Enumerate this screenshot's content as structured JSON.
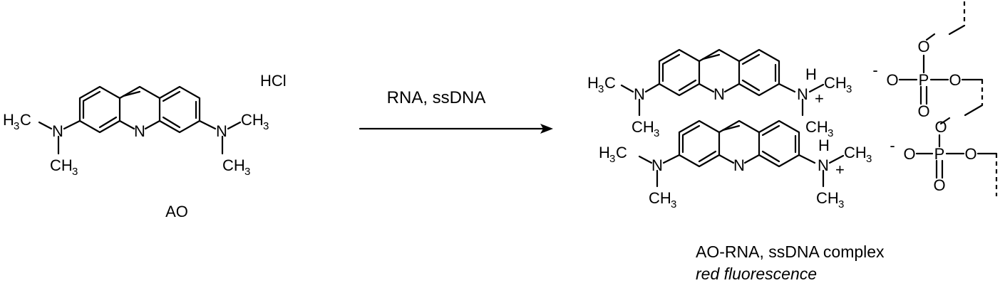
{
  "reactant": {
    "salt": "HCl",
    "name": "AO",
    "left_methyl": "H3C",
    "right_methyl": "CH3",
    "amine": "N",
    "ring_n": "N",
    "lower_methyl": "CH3"
  },
  "arrow": {
    "conditions": "RNA, ssDNA"
  },
  "product": {
    "caption_line1": "AO-RNA, ssDNA complex",
    "caption_line2": "red fluorescence",
    "h": "H",
    "plus": "+",
    "phosphate": {
      "p": "P",
      "o": "O",
      "minus": "-"
    }
  }
}
